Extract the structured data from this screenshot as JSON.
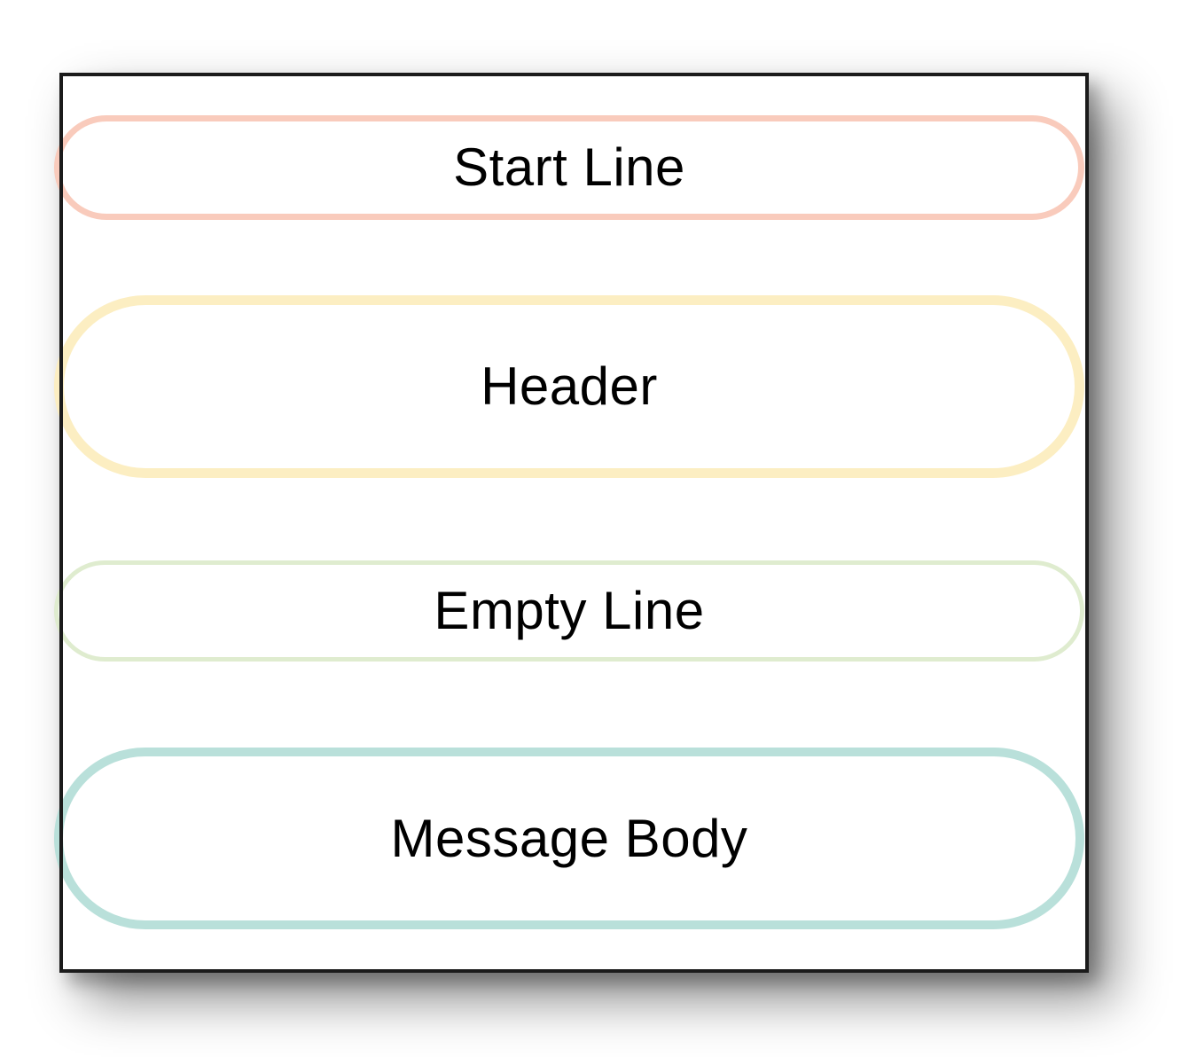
{
  "diagram": {
    "frame": {
      "background": "#ffffff",
      "border_color": "#1b1b1b",
      "shadow_color": "#808080"
    },
    "blocks": [
      {
        "id": "start-line",
        "label": "Start Line",
        "border_color": "#f9cbbc",
        "size": "small"
      },
      {
        "id": "header",
        "label": "Header",
        "border_color": "#fceec2",
        "size": "large"
      },
      {
        "id": "empty-line",
        "label": "Empty Line",
        "border_color": "#dfeccf",
        "size": "small"
      },
      {
        "id": "message-body",
        "label": "Message Body",
        "border_color": "#b9e0da",
        "size": "large"
      }
    ]
  }
}
